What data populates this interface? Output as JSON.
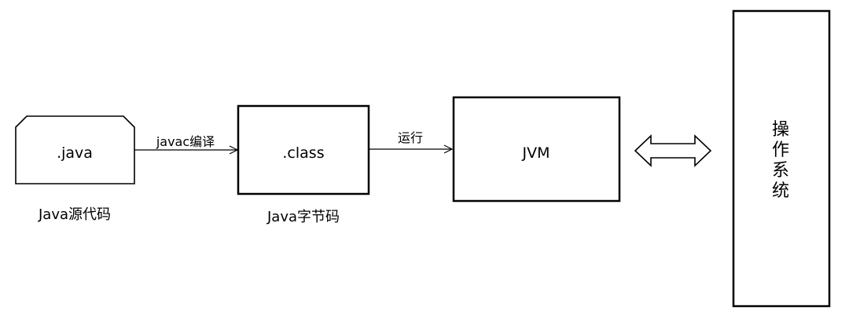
{
  "nodes": {
    "source_file": {
      "label": ".java",
      "caption": "Java源代码"
    },
    "bytecode": {
      "label": ".class",
      "caption": "Java字节码"
    },
    "jvm": {
      "label": "JVM"
    },
    "os": {
      "label": [
        "操",
        "作",
        "系",
        "统"
      ]
    }
  },
  "edges": {
    "compile": {
      "label": "javac编译"
    },
    "run": {
      "label": "运行"
    }
  },
  "colors": {
    "stroke": "#000000",
    "fill": "#ffffff"
  }
}
